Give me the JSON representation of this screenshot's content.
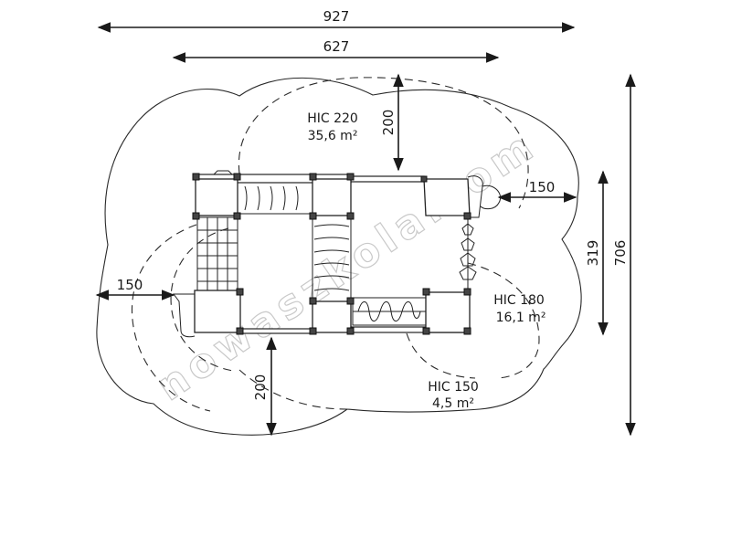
{
  "dimensions": {
    "total_width": "927",
    "structure_width": "627",
    "left_margin": "150",
    "right_margin": "150",
    "top_margin": "200",
    "bottom_margin": "200",
    "structure_depth": "319",
    "total_depth": "706"
  },
  "zones": {
    "hic220": {
      "label": "HIC 220",
      "area": "35,6 m²"
    },
    "hic180": {
      "label": "HIC 180",
      "area": "16,1 m²"
    },
    "hic150": {
      "label": "HIC 150",
      "area": "4,5 m²"
    }
  },
  "watermark": "nowaszkola.com",
  "colors": {
    "line": "#2a2a2a",
    "watermark": "#c9c9c9",
    "background": "#ffffff"
  }
}
